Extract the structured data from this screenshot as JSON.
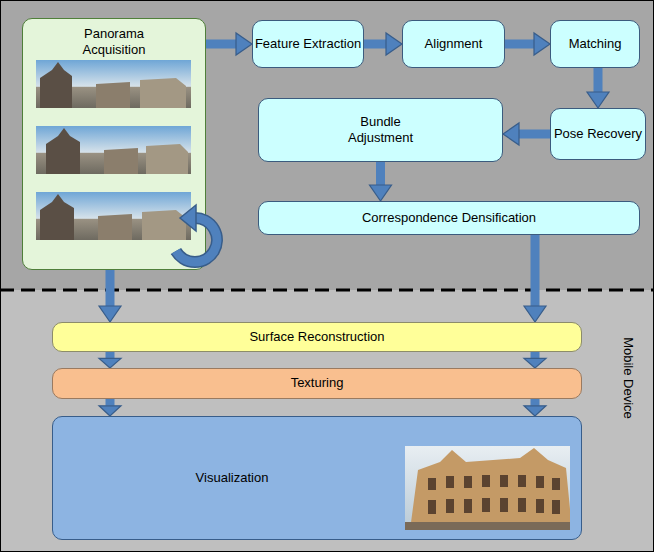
{
  "diagram": {
    "nodes": [
      {
        "text": [
          "Panorama Acquisition"
        ]
      },
      {
        "text": [
          "Feature Extraction"
        ]
      },
      {
        "text": [
          "Alignment"
        ]
      },
      {
        "text": [
          "Matching"
        ]
      },
      {
        "text": [
          "Pose Recovery"
        ]
      },
      {
        "text": [
          "Bundle Adjustment"
        ]
      },
      {
        "text": [
          "Correspondence Densification"
        ]
      },
      {
        "text": [
          "Surface Reconstruction"
        ]
      },
      {
        "text": [
          "Texturing"
        ]
      },
      {
        "text": [
          "Visualization"
        ]
      }
    ],
    "edges": [
      {
        "from": 0,
        "to": 1,
        "arrow": "to"
      },
      {
        "from": 1,
        "to": 2,
        "arrow": "to"
      },
      {
        "from": 2,
        "to": 3,
        "arrow": "to"
      },
      {
        "from": 3,
        "to": 4,
        "arrow": "to"
      },
      {
        "from": 4,
        "to": 5,
        "arrow": "to"
      },
      {
        "from": 5,
        "to": 6,
        "arrow": "to"
      },
      {
        "from": 0,
        "to": 7,
        "arrow": "to"
      },
      {
        "from": 6,
        "to": 7,
        "arrow": "to"
      },
      {
        "from": 7,
        "to": 8,
        "arrow": "to"
      },
      {
        "from": 7,
        "to": 8,
        "arrow": "to"
      },
      {
        "from": 8,
        "to": 9,
        "arrow": "to"
      },
      {
        "from": 8,
        "to": 9,
        "arrow": "to"
      }
    ],
    "labels": [
      "Mobile Device"
    ]
  }
}
